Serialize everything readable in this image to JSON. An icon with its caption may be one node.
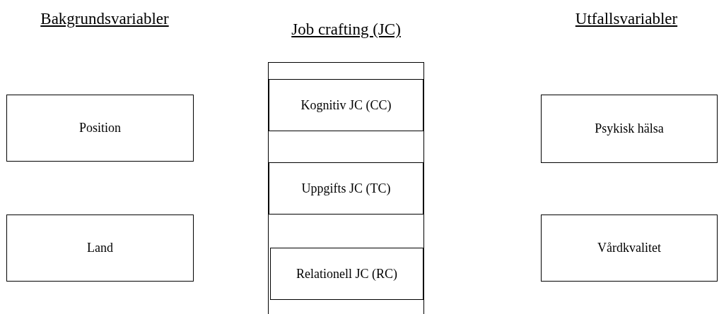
{
  "diagram": {
    "nodes": [
      {
        "text": [
          "Position"
        ]
      },
      {
        "text": [
          "Land"
        ]
      },
      {
        "text": [
          "Job crafting (JC)"
        ]
      },
      {
        "text": [
          "Kognitiv JC (CC)"
        ],
        "in": 2
      },
      {
        "text": [
          "Uppgifts JC (TC)"
        ],
        "in": 2
      },
      {
        "text": [
          "Relationell JC (RC)"
        ],
        "in": 2
      },
      {
        "text": [
          "Psykisk hälsa"
        ]
      },
      {
        "text": [
          "Vårdkvalitet"
        ]
      }
    ],
    "labels": [
      "Bakgrundsvariabler",
      "Utfallsvariabler"
    ]
  }
}
